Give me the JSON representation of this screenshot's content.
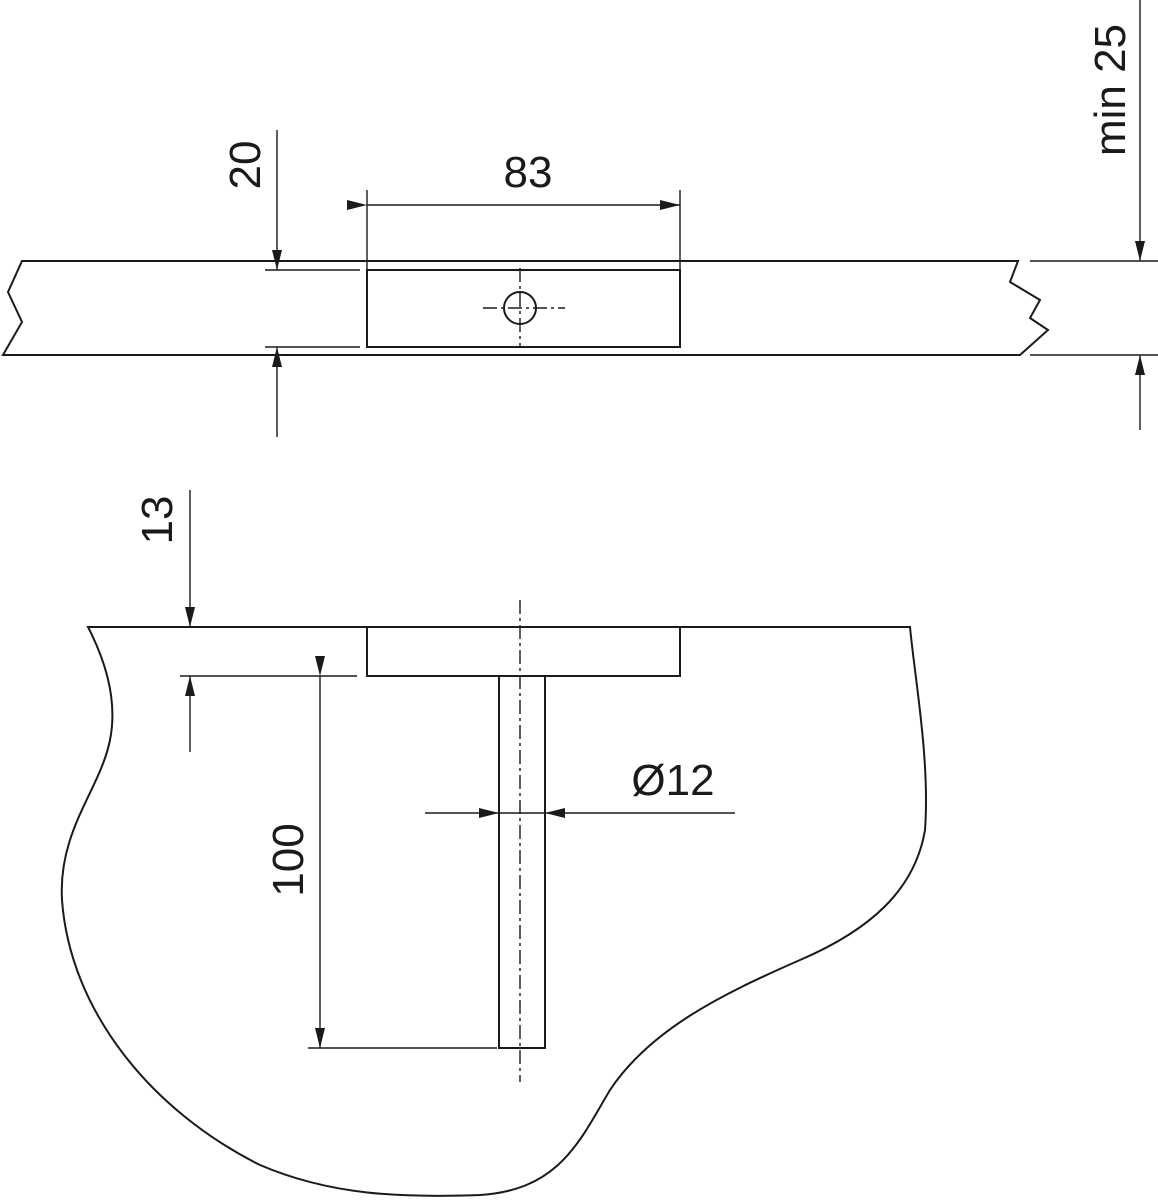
{
  "colors": {
    "material": "#fdebc8",
    "line": "#1a1a1a",
    "cutout": "#ffffff"
  },
  "top_view": {
    "dim_thickness_offset": "20",
    "dim_slot_length": "83",
    "dim_min_thickness": "min 25"
  },
  "bottom_view": {
    "dim_slot_depth": "13",
    "dim_bore_depth": "100",
    "dim_bore_diameter": "Ø12"
  }
}
